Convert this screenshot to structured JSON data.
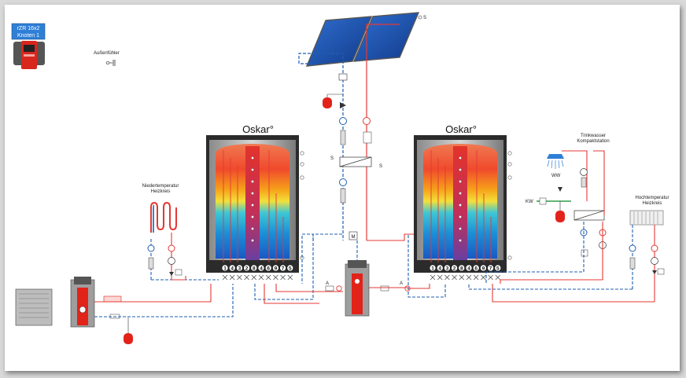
{
  "controller": {
    "line1": "rZR 16x2",
    "line2": "Knoten 1"
  },
  "sensor_label": "Außenfühler",
  "tank_left": {
    "title": "Oskar°",
    "ports": [
      "1",
      "4",
      "3",
      "2",
      "8",
      "4",
      "6",
      "9",
      "7",
      "5"
    ]
  },
  "tank_right": {
    "title": "Oskar°",
    "ports": [
      "1",
      "4",
      "3",
      "2",
      "8",
      "4",
      "6",
      "9",
      "7",
      "5"
    ]
  },
  "low_temp_circuit": {
    "line1": "Niedertemperatur",
    "line2": "Heizkreis"
  },
  "high_temp_circuit": {
    "line1": "Hochtemperatur",
    "line2": "Heizkreis"
  },
  "dhw_station": {
    "line1": "Trinkwasser",
    "line2": "Kompaktstation"
  },
  "labels": {
    "ww": "WW",
    "kw": "KW",
    "s": "S",
    "m": "M",
    "a": "A"
  },
  "colors": {
    "hot": "#e53935",
    "cold": "#1f5fb0",
    "tank_frame": "#2b2b2b",
    "boiler_red": "#e2231a"
  }
}
